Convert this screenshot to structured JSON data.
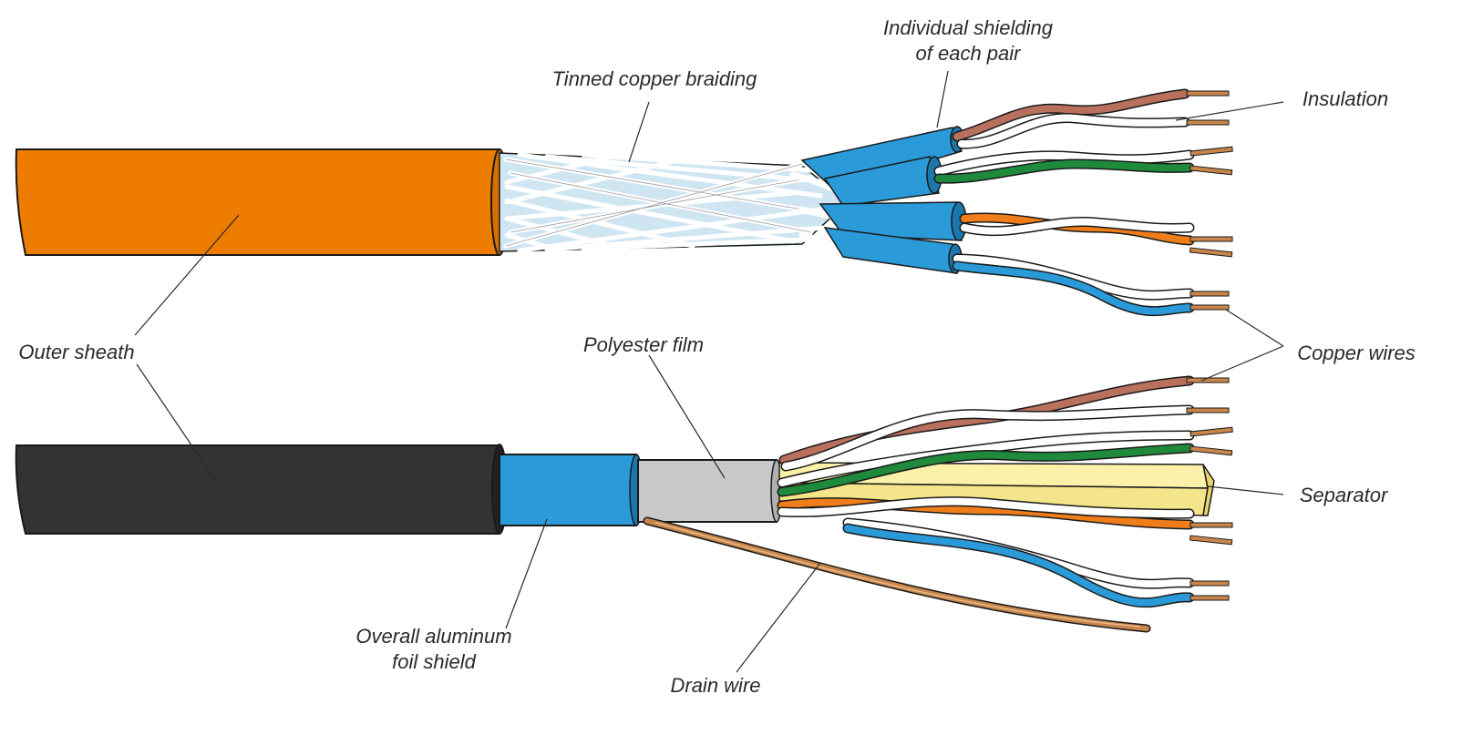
{
  "labels": {
    "individual_shielding_line1": "Individual shielding",
    "individual_shielding_line2": "of each pair",
    "tinned_copper_braiding": "Tinned copper braiding",
    "insulation": "Insulation",
    "outer_sheath": "Outer sheath",
    "polyester_film": "Polyester film",
    "copper_wires": "Copper wires",
    "separator": "Separator",
    "overall_foil_line1": "Overall aluminum",
    "overall_foil_line2": "foil shield",
    "drain_wire": "Drain wire"
  },
  "colors": {
    "orange_sheath": "#ee7c00",
    "black_sheath": "#333333",
    "foil_blue": "#2a9ad8",
    "polyester_grey": "#c8c8c8",
    "separator_yellow": "#fbf1a9",
    "copper": "#c8864a",
    "pair_brown": "#b9705d",
    "pair_green": "#1f8a3c",
    "pair_orange": "#ef7d1a",
    "pair_blue": "#2a9ad8",
    "braid_white": "#f4f4f4"
  }
}
